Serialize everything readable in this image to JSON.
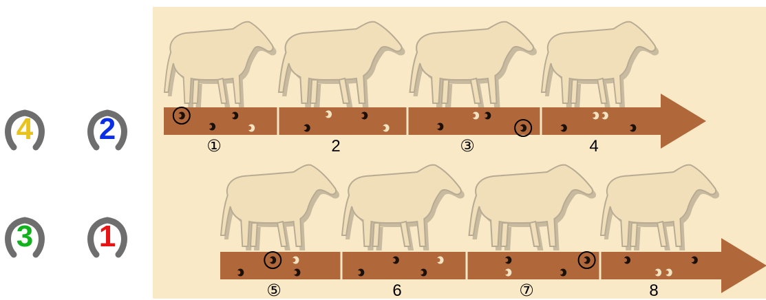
{
  "legend": [
    {
      "label": "4",
      "color": "#e8c31b"
    },
    {
      "label": "2",
      "color": "#0a2ee6"
    },
    {
      "label": "3",
      "color": "#12b21f"
    },
    {
      "label": "1",
      "color": "#e61414"
    }
  ],
  "colors": {
    "background": "#f9e9c6",
    "track": "#b0683b",
    "horse": "#f1dfba",
    "horse_outline": "#b8ab93",
    "hoof_dark": "#1a1008",
    "hoof_light": "#f2e4c2",
    "shoe": "#6e6e6e"
  },
  "steps": [
    {
      "label": "①",
      "highlighted": true
    },
    {
      "label": "2",
      "highlighted": false
    },
    {
      "label": "③",
      "highlighted": true
    },
    {
      "label": "4",
      "highlighted": false
    },
    {
      "label": "⑤",
      "highlighted": true
    },
    {
      "label": "6",
      "highlighted": false
    },
    {
      "label": "⑦",
      "highlighted": true
    },
    {
      "label": "8",
      "highlighted": false
    }
  ]
}
